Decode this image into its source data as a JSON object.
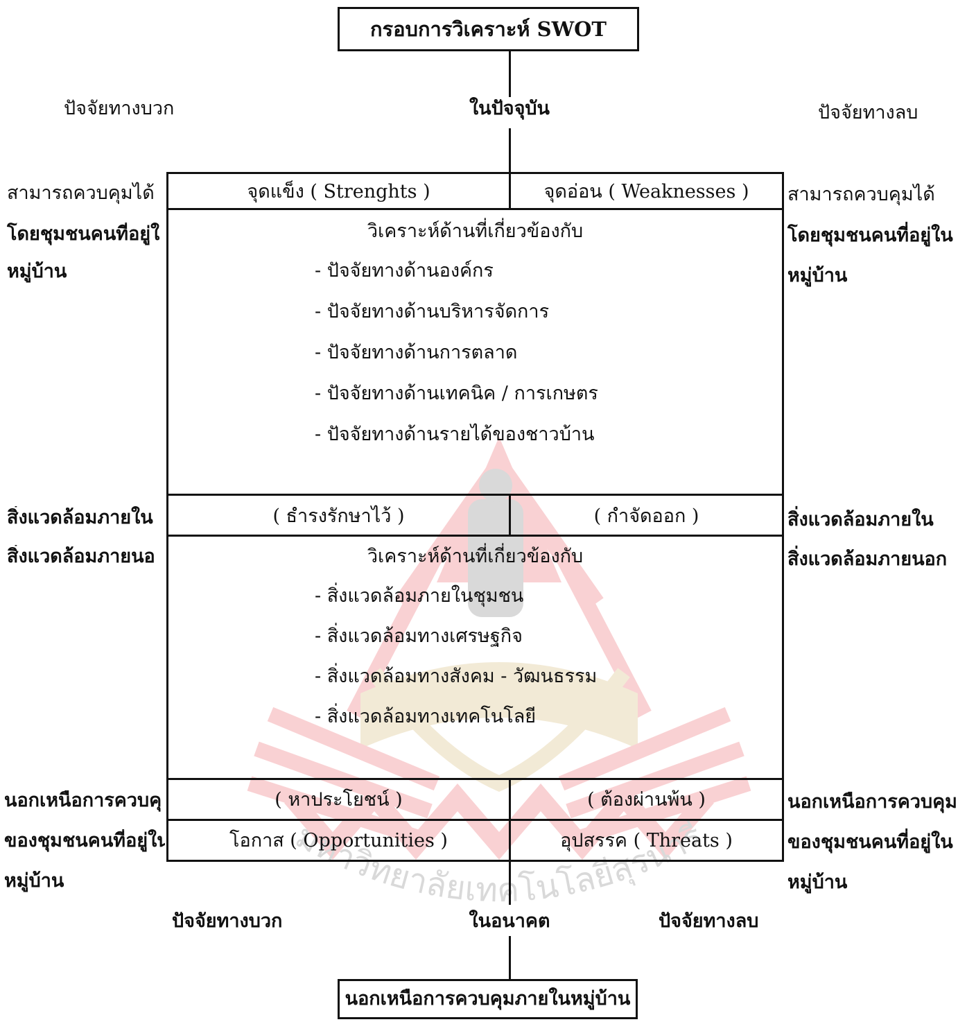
{
  "top_title": "กรอบการวิเคราะห์ SWOT",
  "bottom_title": "นอกเหนือการควบคุมภายในหมู่บ้าน",
  "present": {
    "left": "ปัจจัยทางบวก",
    "center": "ในปัจจุบัน",
    "right": "ปัจจัยทางลบ"
  },
  "future": {
    "left": "ปัจจัยทางบวก",
    "center": "ในอนาคต",
    "right": "ปัจจัยทางลบ"
  },
  "left_side": {
    "controllable": [
      "สามารถควบคุมได้",
      "โดยชุมชนคนที่อยู่ใ",
      "หมู่บ้าน"
    ],
    "environment": [
      "สิ่งแวดล้อมภายใน",
      "สิ่งแวดล้อมภายนอ"
    ],
    "uncontrollable": [
      "นอกเหนือการควบคุ",
      "ของชุมชนคนที่อยู่ใน",
      "หมู่บ้าน"
    ]
  },
  "right_side": {
    "controllable": [
      "สามารถควบคุมได้",
      "โดยชุมชนคนที่อยู่ใน",
      "หมู่บ้าน"
    ],
    "environment": [
      "สิ่งแวดล้อมภายใน",
      "สิ่งแวดล้อมภายนอก"
    ],
    "uncontrollable": [
      "นอกเหนือการควบคุม",
      "ของชุมชนคนที่อยู่ใน",
      "หมู่บ้าน"
    ]
  },
  "matrix": {
    "strengths": "จุดแข็ง ( Strenghts )",
    "weaknesses": "จุดอ่อน ( Weaknesses )",
    "internal_heading": "วิเคราะห์ด้านที่เกี่ยวข้องกับ",
    "internal_items": [
      "-  ปัจจัยทางด้านองค์กร",
      "-  ปัจจัยทางด้านบริหารจัดการ",
      "-  ปัจจัยทางด้านการตลาด",
      "-  ปัจจัยทางด้านเทคนิค / การเกษตร",
      "-  ปัจจัยทางด้านรายได้ของชาวบ้าน"
    ],
    "keep": "( ธำรงรักษาไว้ )",
    "remove": "( กำจัดออก )",
    "external_heading": "วิเคราะห์ด้านที่เกี่ยวข้องกับ",
    "external_items": [
      "-  สิ่งแวดล้อมภายในชุมชน",
      "-  สิ่งแวดล้อมทางเศรษฐกิจ",
      "-  สิ่งแวดล้อมทางสังคม - วัฒนธรรม",
      "-  สิ่งแวดล้อมทางเทคโนโลยี"
    ],
    "exploit": "( หาประโยชน์ )",
    "overcome": "( ต้องผ่านพ้น )",
    "opportunities": "โอกาส ( Opportunities )",
    "threats": "อุปสรรค ( Threats )"
  },
  "watermark": {
    "text": "มหาวิทยาลัยเทคโนโลยีสุรนารี",
    "color": "#e8323c"
  }
}
